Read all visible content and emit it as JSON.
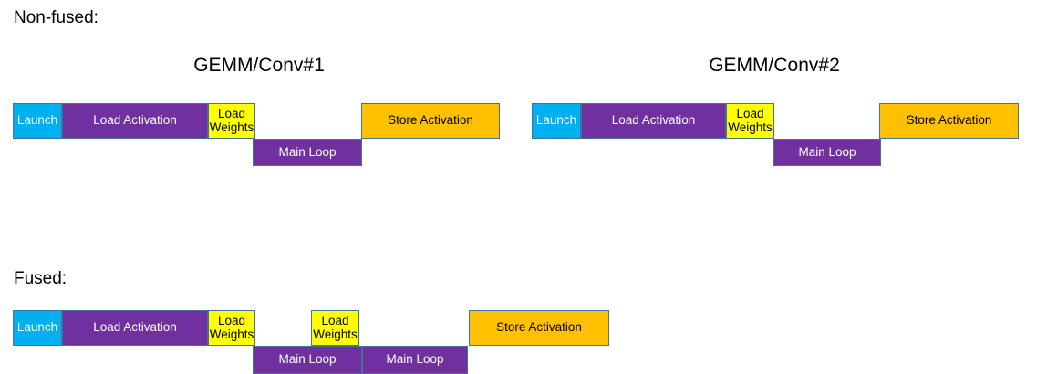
{
  "diagram": {
    "title_nonfused": "Non-fused:",
    "title_fused": "Fused:",
    "colors": {
      "launch": "#00B0F0",
      "load_activation": "#7030A0",
      "load_weights": "#FFFF00",
      "main_loop": "#7030A0",
      "store_activation": "#FFC000",
      "border": "#41719C",
      "background": "#FFFFFF",
      "text_dark": "#000000",
      "text_light": "#FFFFFF"
    },
    "sections": [
      {
        "label": "Non-fused:",
        "groups": [
          {
            "title": "GEMM/Conv#1"
          },
          {
            "title": "GEMM/Conv#2"
          }
        ]
      },
      {
        "label": "Fused:",
        "groups": []
      }
    ],
    "blocks": {
      "nonfused_1": {
        "launch": "Launch",
        "load_activation": "Load Activation",
        "load_weights": "Load\nWeights",
        "main_loop": "Main Loop",
        "store_activation": "Store Activation"
      },
      "nonfused_2": {
        "launch": "Launch",
        "load_activation": "Load Activation",
        "load_weights": "Load\nWeights",
        "main_loop": "Main Loop",
        "store_activation": "Store Activation"
      },
      "fused": {
        "launch": "Launch",
        "load_activation": "Load Activation",
        "load_weights_1": "Load\nWeights",
        "load_weights_2": "Load\nWeights",
        "main_loop_1": "Main Loop",
        "main_loop_2": "Main Loop",
        "store_activation": "Store Activation"
      }
    }
  }
}
